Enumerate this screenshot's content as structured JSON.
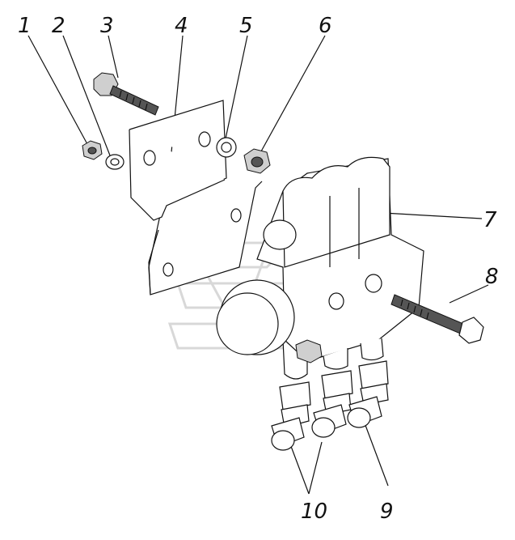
{
  "callouts": [
    {
      "id": "1",
      "text": "1"
    },
    {
      "id": "2",
      "text": "2"
    },
    {
      "id": "3",
      "text": "3"
    },
    {
      "id": "4",
      "text": "4"
    },
    {
      "id": "5",
      "text": "5"
    },
    {
      "id": "6",
      "text": "6"
    },
    {
      "id": "7",
      "text": "7"
    },
    {
      "id": "8",
      "text": "8"
    },
    {
      "id": "9",
      "text": "9"
    },
    {
      "id": "10",
      "text": "10"
    }
  ],
  "colors": {
    "line": "#111111",
    "background": "#ffffff",
    "watermark": "#d8d8d8"
  }
}
